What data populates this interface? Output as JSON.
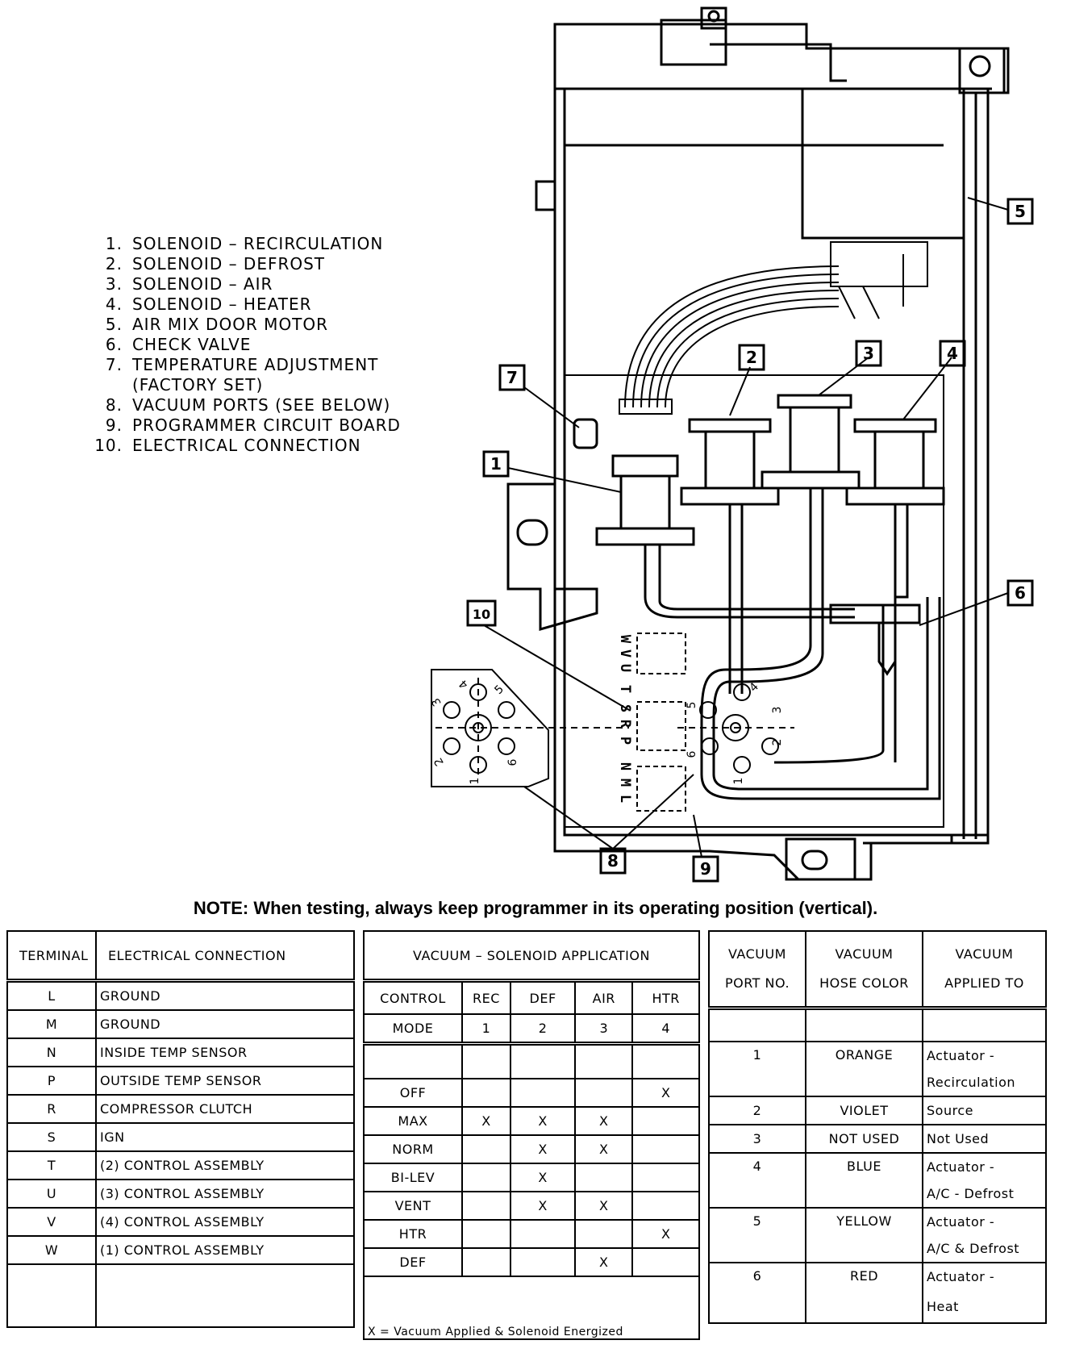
{
  "legend": [
    {
      "num": "1.",
      "text": "SOLENOID – RECIRCULATION"
    },
    {
      "num": "2.",
      "text": "SOLENOID – DEFROST"
    },
    {
      "num": "3.",
      "text": "SOLENOID – AIR"
    },
    {
      "num": "4.",
      "text": "SOLENOID – HEATER"
    },
    {
      "num": "5.",
      "text": "AIR MIX DOOR MOTOR"
    },
    {
      "num": "6.",
      "text": "CHECK VALVE"
    },
    {
      "num": "7.",
      "text": "TEMPERATURE ADJUSTMENT"
    },
    {
      "num": "",
      "text": "(FACTORY SET)"
    },
    {
      "num": "8.",
      "text": "VACUUM PORTS (SEE BELOW)"
    },
    {
      "num": "9.",
      "text": "PROGRAMMER CIRCUIT BOARD"
    },
    {
      "num": "10.",
      "text": "ELECTRICAL CONNECTION"
    }
  ],
  "callouts": [
    "1",
    "2",
    "3",
    "4",
    "5",
    "6",
    "7",
    "8",
    "9",
    "10"
  ],
  "port_labels_left": [
    "W",
    "V",
    "U",
    "T",
    "S",
    "R",
    "P",
    "N",
    "M",
    "L"
  ],
  "port_numbers": [
    "1",
    "2",
    "3",
    "4",
    "5",
    "6"
  ],
  "note": "NOTE: When testing, always keep programmer in its operating position (vertical).",
  "electrical": {
    "headers": [
      "TERMINAL",
      "ELECTRICAL CONNECTION"
    ],
    "rows": [
      [
        "L",
        "GROUND"
      ],
      [
        "M",
        "GROUND"
      ],
      [
        "N",
        "INSIDE TEMP SENSOR"
      ],
      [
        "P",
        "OUTSIDE TEMP SENSOR"
      ],
      [
        "R",
        "COMPRESSOR CLUTCH"
      ],
      [
        "S",
        "IGN"
      ],
      [
        "T",
        "(2) CONTROL ASSEMBLY"
      ],
      [
        "U",
        "(3) CONTROL ASSEMBLY"
      ],
      [
        "V",
        "(4) CONTROL ASSEMBLY"
      ],
      [
        "W",
        "(1) CONTROL ASSEMBLY"
      ]
    ]
  },
  "solenoid": {
    "title": "VACUUM – SOLENOID APPLICATION",
    "col_headers": [
      {
        "top": "CONTROL",
        "bottom": "MODE"
      },
      {
        "top": "REC",
        "bottom": "1"
      },
      {
        "top": "DEF",
        "bottom": "2"
      },
      {
        "top": "AIR",
        "bottom": "3"
      },
      {
        "top": "HTR",
        "bottom": "4"
      }
    ],
    "rows": [
      [
        "OFF",
        "",
        "",
        "",
        "X"
      ],
      [
        "MAX",
        "X",
        "X",
        "X",
        ""
      ],
      [
        "NORM",
        "",
        "X",
        "X",
        ""
      ],
      [
        "BI-LEV",
        "",
        "X",
        "",
        ""
      ],
      [
        "VENT",
        "",
        "X",
        "X",
        ""
      ],
      [
        "HTR",
        "",
        "",
        "",
        "X"
      ],
      [
        "DEF",
        "",
        "",
        "X",
        ""
      ]
    ],
    "footnote": "X = Vacuum Applied & Solenoid Energized"
  },
  "vacuum": {
    "headers": [
      {
        "l1": "VACUUM",
        "l2": "PORT NO."
      },
      {
        "l1": "VACUUM",
        "l2": "HOSE COLOR"
      },
      {
        "l1": "VACUUM",
        "l2": "APPLIED TO"
      }
    ],
    "rows": [
      {
        "port": "1",
        "color": "ORANGE",
        "applied": [
          "Actuator -",
          "Recirculation"
        ]
      },
      {
        "port": "2",
        "color": "VIOLET",
        "applied": [
          "Source"
        ]
      },
      {
        "port": "3",
        "color": "NOT USED",
        "applied": [
          "Not Used"
        ]
      },
      {
        "port": "4",
        "color": "BLUE",
        "applied": [
          "Actuator -",
          "A/C - Defrost"
        ]
      },
      {
        "port": "5",
        "color": "YELLOW",
        "applied": [
          "Actuator -",
          "A/C & Defrost"
        ]
      },
      {
        "port": "6",
        "color": "RED",
        "applied": [
          "Actuator -",
          "Heat"
        ]
      }
    ]
  }
}
